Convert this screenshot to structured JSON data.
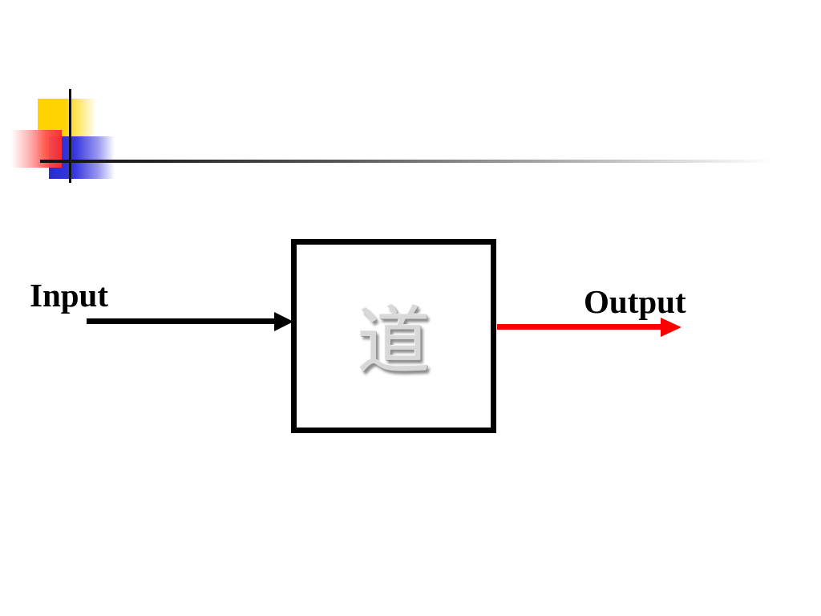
{
  "diagram": {
    "input_label": "Input",
    "output_label": "Output",
    "box_glyph": "道",
    "colors": {
      "input_arrow": "#000000",
      "output_arrow": "#ff0000",
      "box_border": "#000000",
      "accent_yellow": "#ffd200",
      "accent_red": "#ff2a2a",
      "accent_blue": "#2a2ad0"
    }
  }
}
